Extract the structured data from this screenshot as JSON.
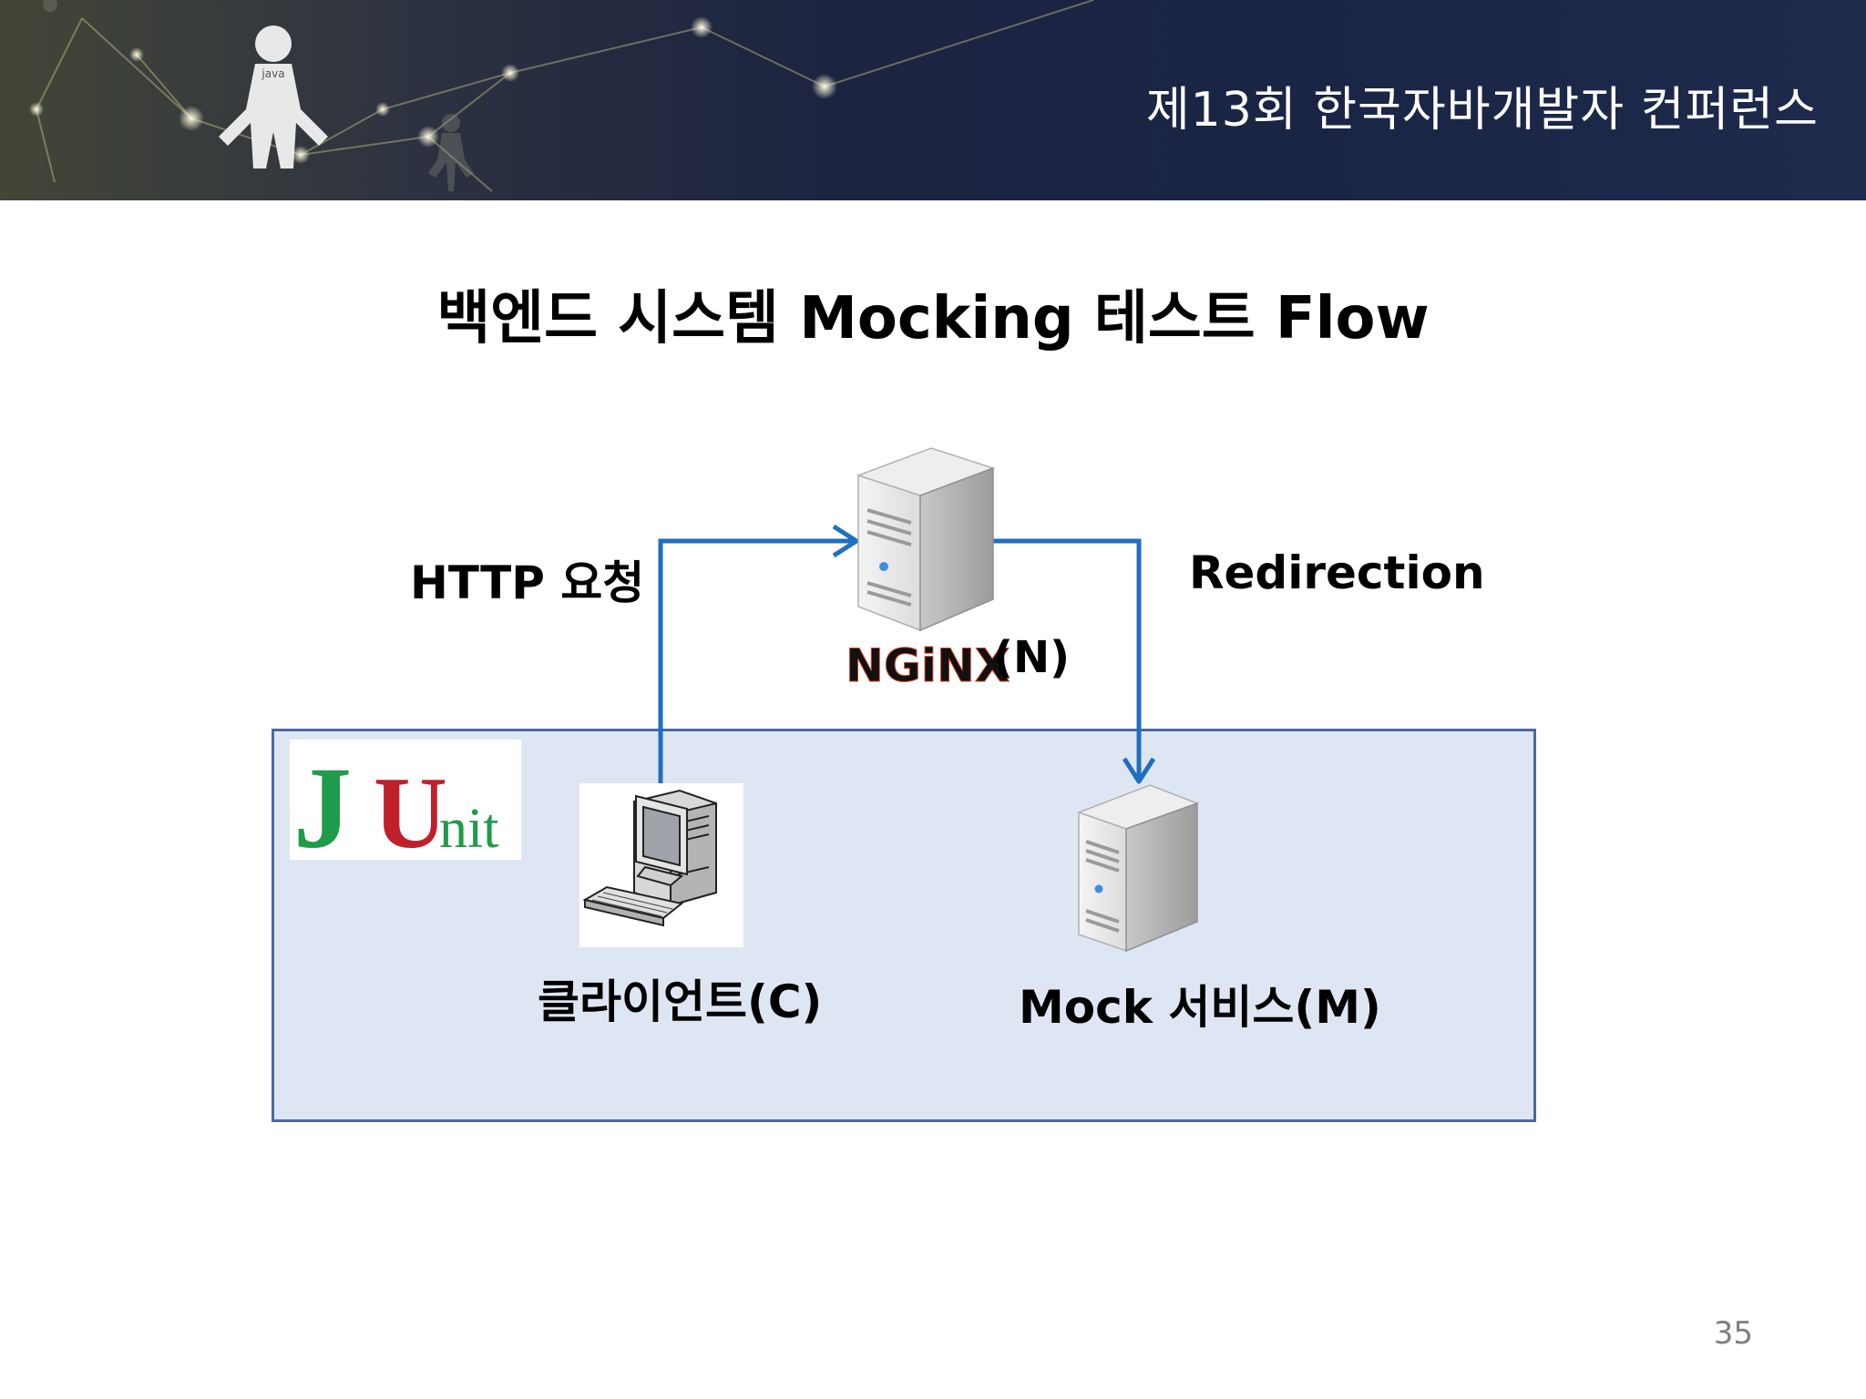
{
  "header": {
    "conference_title": "제13회 한국자바개발자 컨퍼런스",
    "mascot_badge": "java"
  },
  "slide": {
    "title": "백엔드 시스템 Mocking 테스트 Flow",
    "page_number": "35"
  },
  "diagram": {
    "nodes": {
      "nginx": {
        "logo_text": "NGiNX",
        "label": "(N)"
      },
      "client": {
        "label": "클라이언트(C)"
      },
      "mock": {
        "label": "Mock 서비스(M)"
      }
    },
    "edges": {
      "http_request": "HTTP 요청",
      "redirection": "Redirection"
    },
    "junit_logo": {
      "j": "J",
      "u": "U",
      "nit": "nit"
    }
  },
  "colors": {
    "arrow": "#1f6fc0",
    "junit_box_fill": "#dfe6f3",
    "junit_box_border": "#4a6aa0",
    "junit_j": "#1f9b4a",
    "junit_u": "#c0202a",
    "junit_nit": "#1f9b4a"
  }
}
